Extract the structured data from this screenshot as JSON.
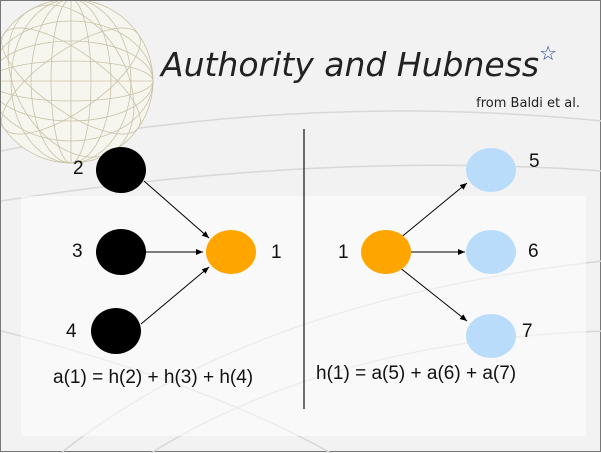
{
  "slide": {
    "title": "Authority and Hubness",
    "title_star": "☆",
    "subtitle": "from Baldi et al."
  },
  "left_graph": {
    "source_labels": [
      "2",
      "3",
      "4"
    ],
    "target_label": "1",
    "formula": "a(1) = h(2) + h(3) + h(4)"
  },
  "right_graph": {
    "source_label": "1",
    "target_labels": [
      "5",
      "6",
      "7"
    ],
    "formula": "h(1) = a(5) + a(6) + a(7)"
  },
  "colors": {
    "hub_node": "#000000",
    "center_node": "#ffa500",
    "authority_node": "#b9dcfb",
    "title": "#222222",
    "star": "#2c4a9a"
  }
}
